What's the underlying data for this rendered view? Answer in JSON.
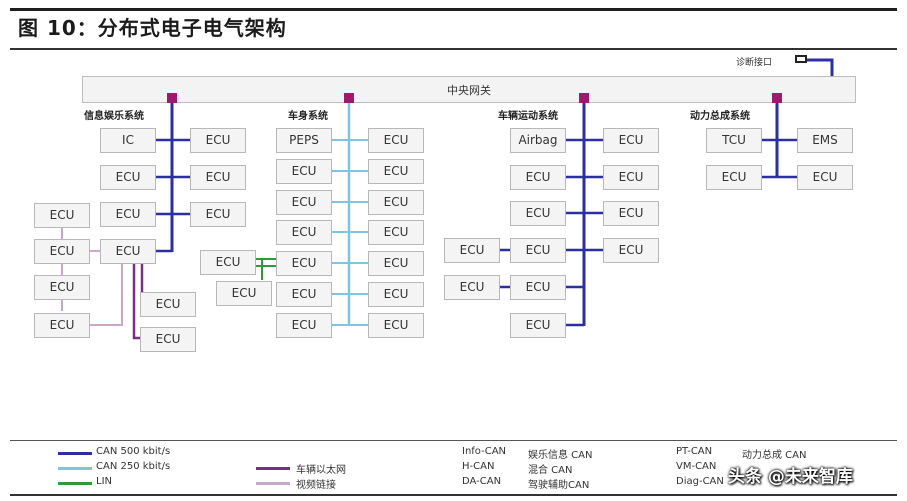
{
  "title": "图 10：分布式电子电气架构",
  "gateway_label": "中央网关",
  "diag_port_label": "诊断接口",
  "groups": {
    "infotainment": "信息娱乐系统",
    "body": "车身系统",
    "chassis": "车辆运动系统",
    "powertrain": "动力总成系统"
  },
  "ecu_label": "ECU",
  "ic_label": "IC",
  "peps_label": "PEPS",
  "airbag_label": "Airbag",
  "tcu_label": "TCU",
  "ems_label": "EMS",
  "legend": {
    "can500": "CAN 500 kbit/s",
    "can250": "CAN 250 kbit/s",
    "lin": "LIN",
    "ethernet": "车辆以太网",
    "video": "视频链接",
    "info_can": "Info-CAN",
    "info_can_desc": "娱乐信息 CAN",
    "h_can": "H-CAN",
    "h_can_desc": "混合 CAN",
    "da_can": "DA-CAN",
    "da_can_desc": "驾驶辅助CAN",
    "pt_can": "PT-CAN",
    "pt_can_desc": "动力总成 CAN",
    "vm_can": "VM-CAN",
    "diag_can": "Diag-CAN"
  },
  "watermark": "头条 @未来智库",
  "colors": {
    "can500": "#2a2fa6",
    "can250": "#7fc4e0",
    "lin": "#2e9a3a",
    "ethernet": "#7a2d86",
    "video": "#c9a7cd",
    "junction": "#a0196e"
  }
}
